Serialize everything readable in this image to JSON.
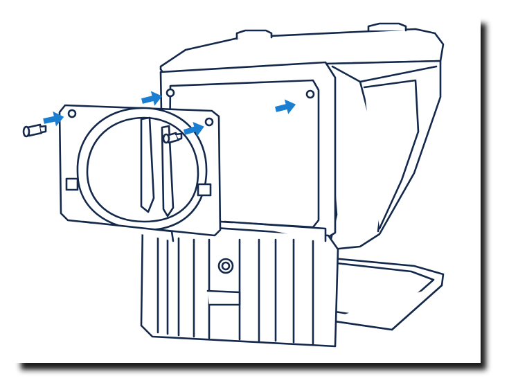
{
  "figure": {
    "line_color": "#13284a",
    "arrow_color": "#1a7fd1",
    "panel_fill": "#ffffff",
    "shadow_color": "#1c1c1c",
    "background": "#ffffff"
  },
  "callouts": [
    {
      "name": "arrow-screw-left",
      "icon": "arrow-right-icon"
    },
    {
      "name": "arrow-plate-top",
      "icon": "arrow-right-icon"
    },
    {
      "name": "arrow-plate-right",
      "icon": "arrow-right-icon"
    },
    {
      "name": "arrow-hood-hole",
      "icon": "arrow-right-icon"
    }
  ],
  "parts": [
    "hood",
    "mounting-plate",
    "thumb-screw-left",
    "thumb-screw-right",
    "base-frame",
    "glass-tray"
  ]
}
